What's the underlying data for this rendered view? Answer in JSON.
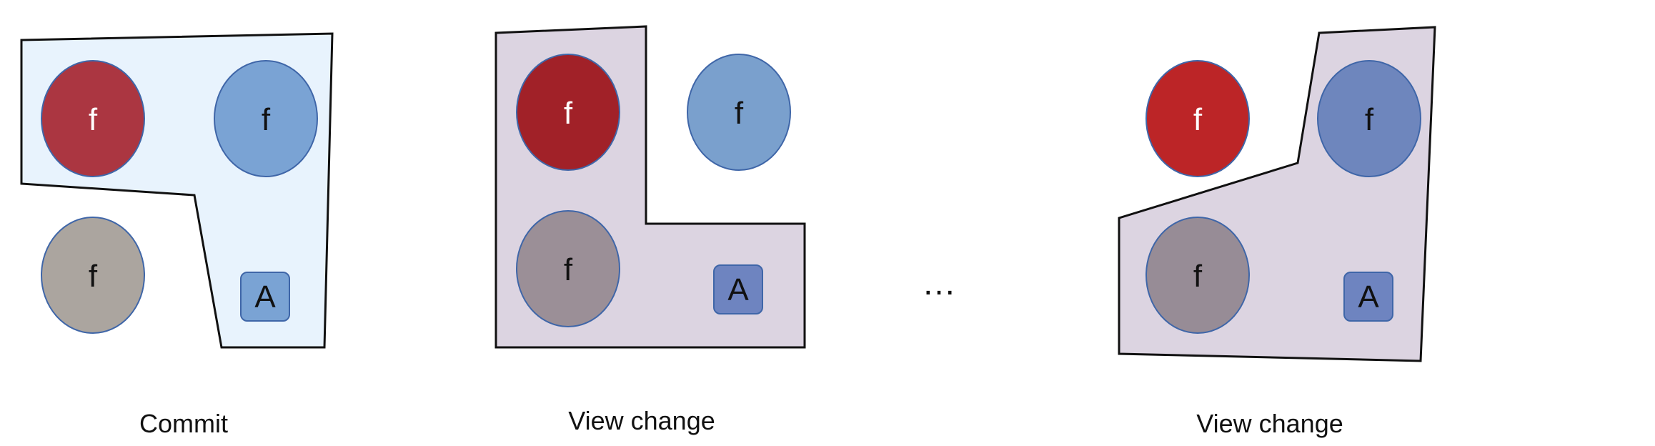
{
  "colors": {
    "region_commit": "#e8f3fd",
    "region_view_change": "#dcd4e1",
    "region_stroke": "#111111",
    "node_red_1": "#ab3641",
    "node_blue_1": "#7aa3d4",
    "node_gray_1": "#aba59f",
    "node_red_2": "#a12128",
    "node_blue_2": "#7aa0cd",
    "node_gray_2": "#9b8f97",
    "node_red_3": "#bc2527",
    "node_blue_3": "#6e86bd",
    "node_gray_3": "#978c96",
    "box_a_1": "#7aa3d4",
    "box_a_2": "#6e84c0",
    "box_a_3": "#6e84c0",
    "node_stroke": "#3f66a8"
  },
  "panels": [
    {
      "caption": "Commit",
      "nodes": [
        {
          "label": "f",
          "color_key": "node_red_1",
          "text_color": "#ffffff"
        },
        {
          "label": "f",
          "color_key": "node_blue_1",
          "text_color": "#111111"
        },
        {
          "label": "f",
          "color_key": "node_gray_1",
          "text_color": "#111111"
        }
      ],
      "box": {
        "label": "A",
        "color_key": "box_a_1"
      },
      "region_color_key": "region_commit"
    },
    {
      "caption": "View change",
      "nodes": [
        {
          "label": "f",
          "color_key": "node_red_2",
          "text_color": "#ffffff"
        },
        {
          "label": "f",
          "color_key": "node_blue_2",
          "text_color": "#111111"
        },
        {
          "label": "f",
          "color_key": "node_gray_2",
          "text_color": "#111111"
        }
      ],
      "box": {
        "label": "A",
        "color_key": "box_a_2"
      },
      "region_color_key": "region_view_change"
    },
    {
      "caption": "View change",
      "nodes": [
        {
          "label": "f",
          "color_key": "node_red_3",
          "text_color": "#ffffff"
        },
        {
          "label": "f",
          "color_key": "node_blue_3",
          "text_color": "#111111"
        },
        {
          "label": "f",
          "color_key": "node_gray_3",
          "text_color": "#111111"
        }
      ],
      "box": {
        "label": "A",
        "color_key": "box_a_3"
      },
      "region_color_key": "region_view_change"
    }
  ],
  "ellipsis": "…"
}
